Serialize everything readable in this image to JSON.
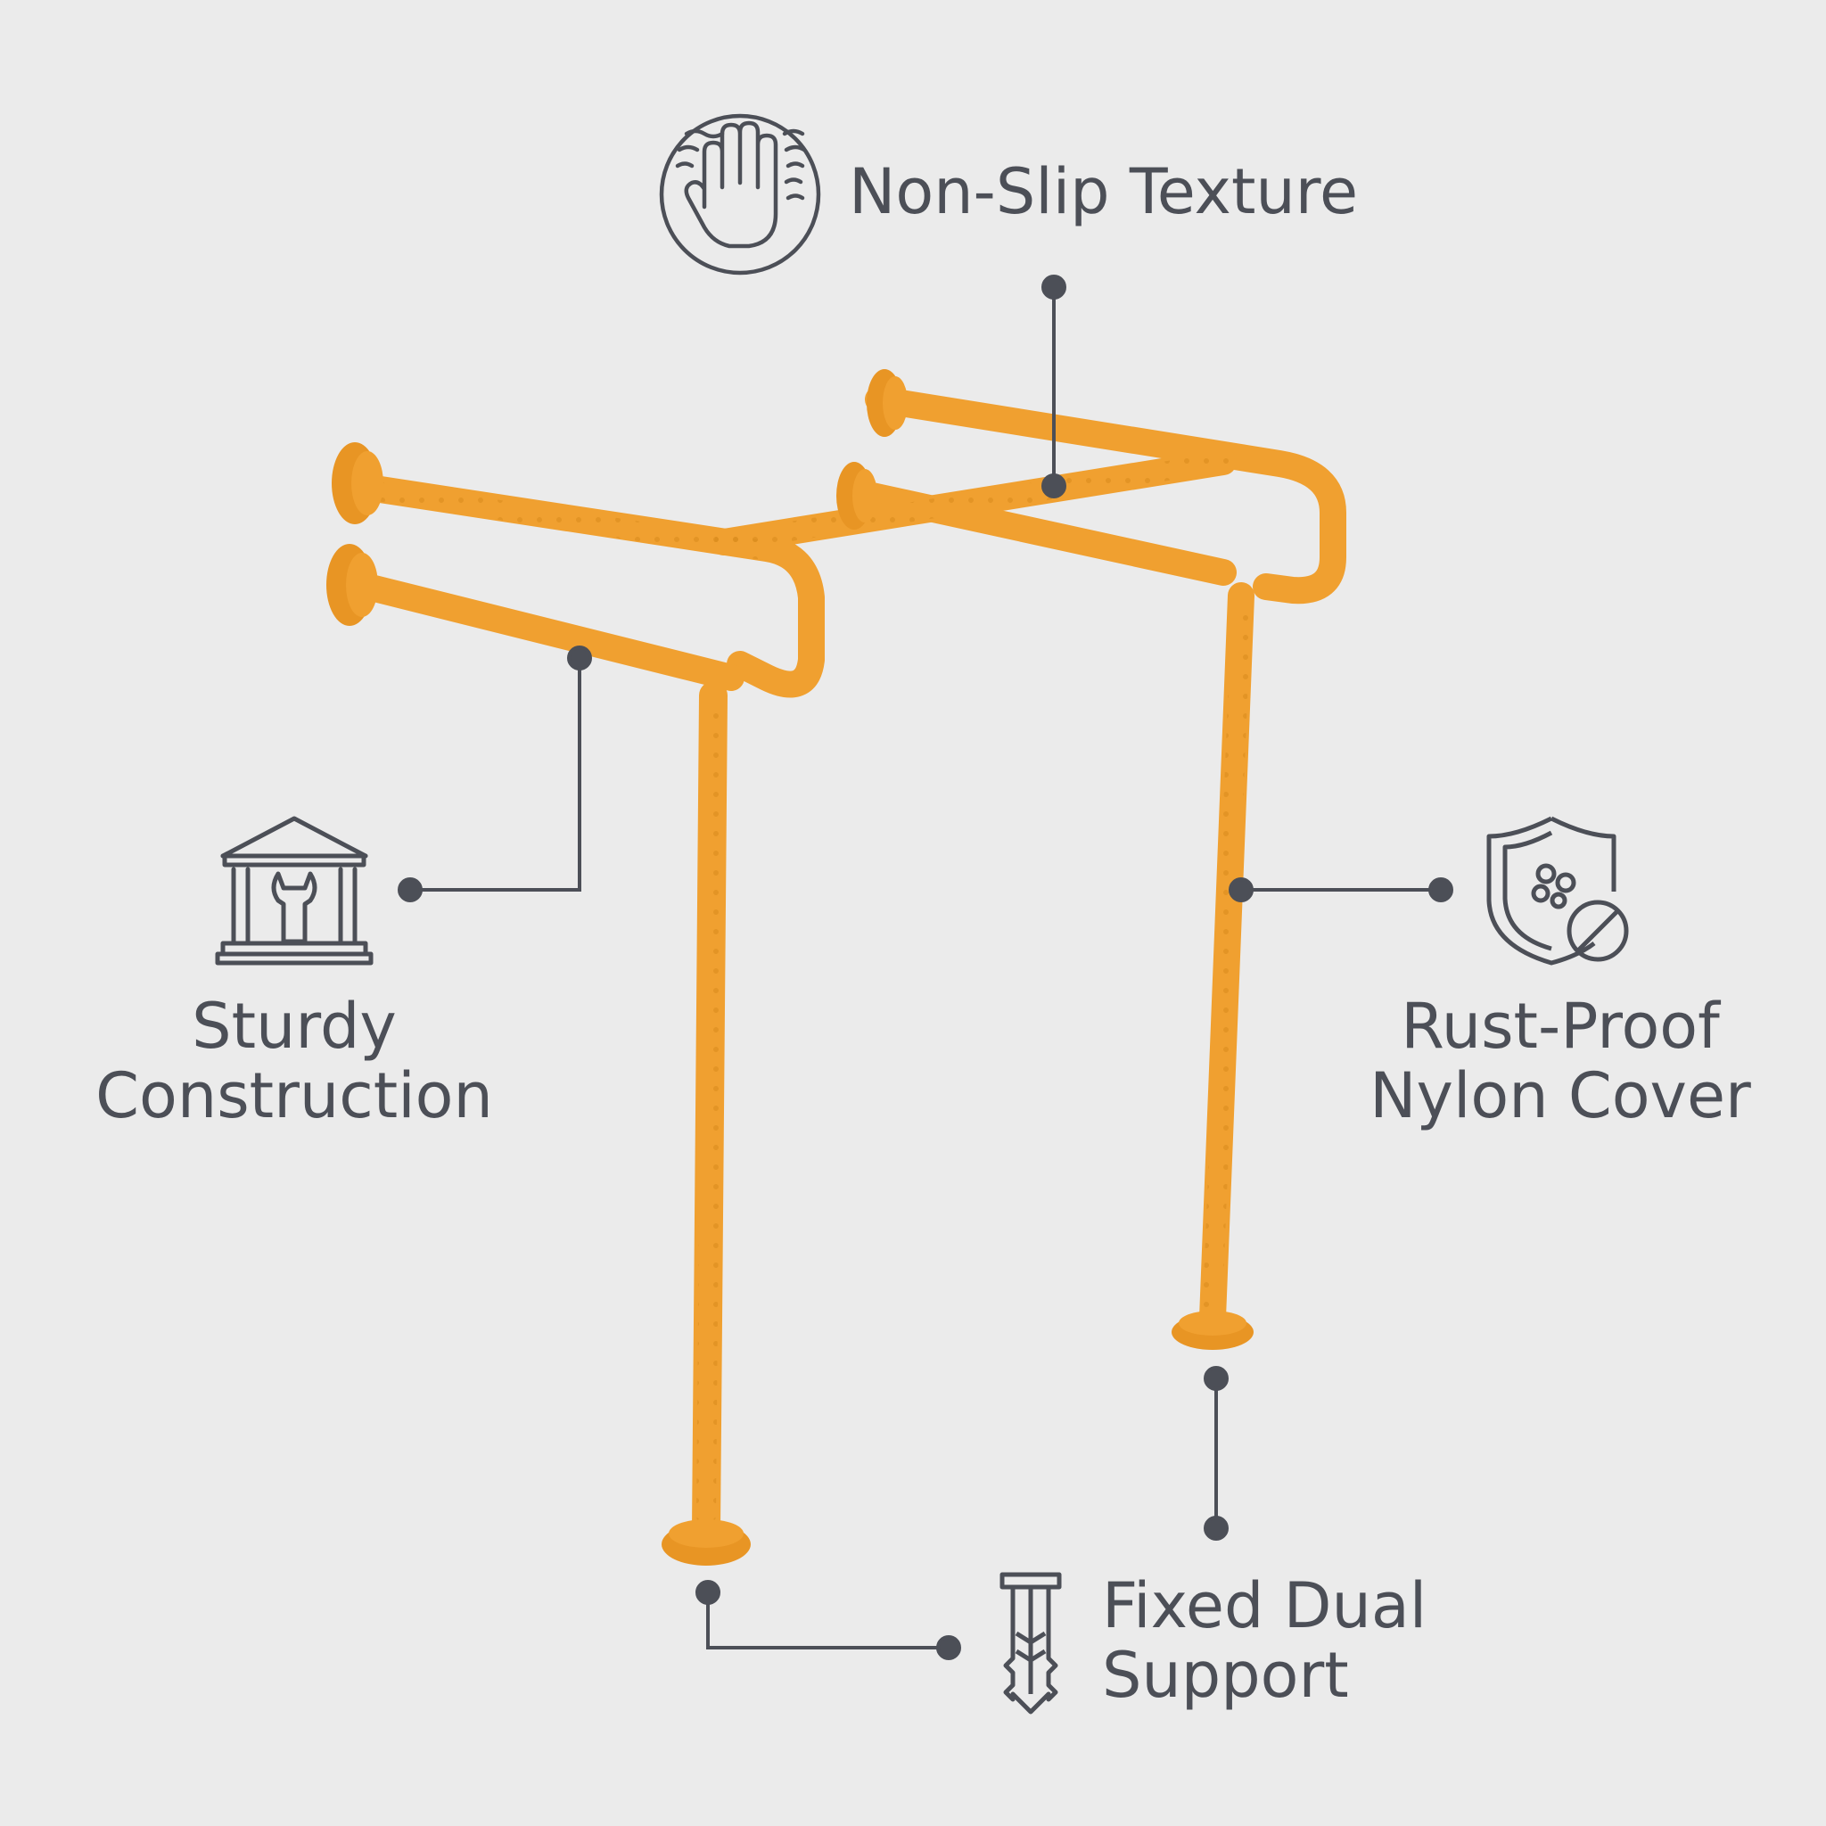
{
  "colors": {
    "background": "#ebebeb",
    "bar_orange": "#f0a030",
    "bar_shadow": "#d98a1c",
    "icon_gray": "#4c4f57"
  },
  "features": {
    "non_slip": {
      "label": "Non-Slip Texture",
      "icon": "hand-texture-icon"
    },
    "sturdy": {
      "line1": "Sturdy",
      "line2": "Construction",
      "icon": "building-wrench-icon"
    },
    "rust_proof": {
      "line1": "Rust-Proof",
      "line2": "Nylon Cover",
      "icon": "shield-no-rust-icon"
    },
    "fixed_support": {
      "line1": "Fixed Dual",
      "line2": "Support",
      "icon": "wall-anchor-icon"
    }
  }
}
